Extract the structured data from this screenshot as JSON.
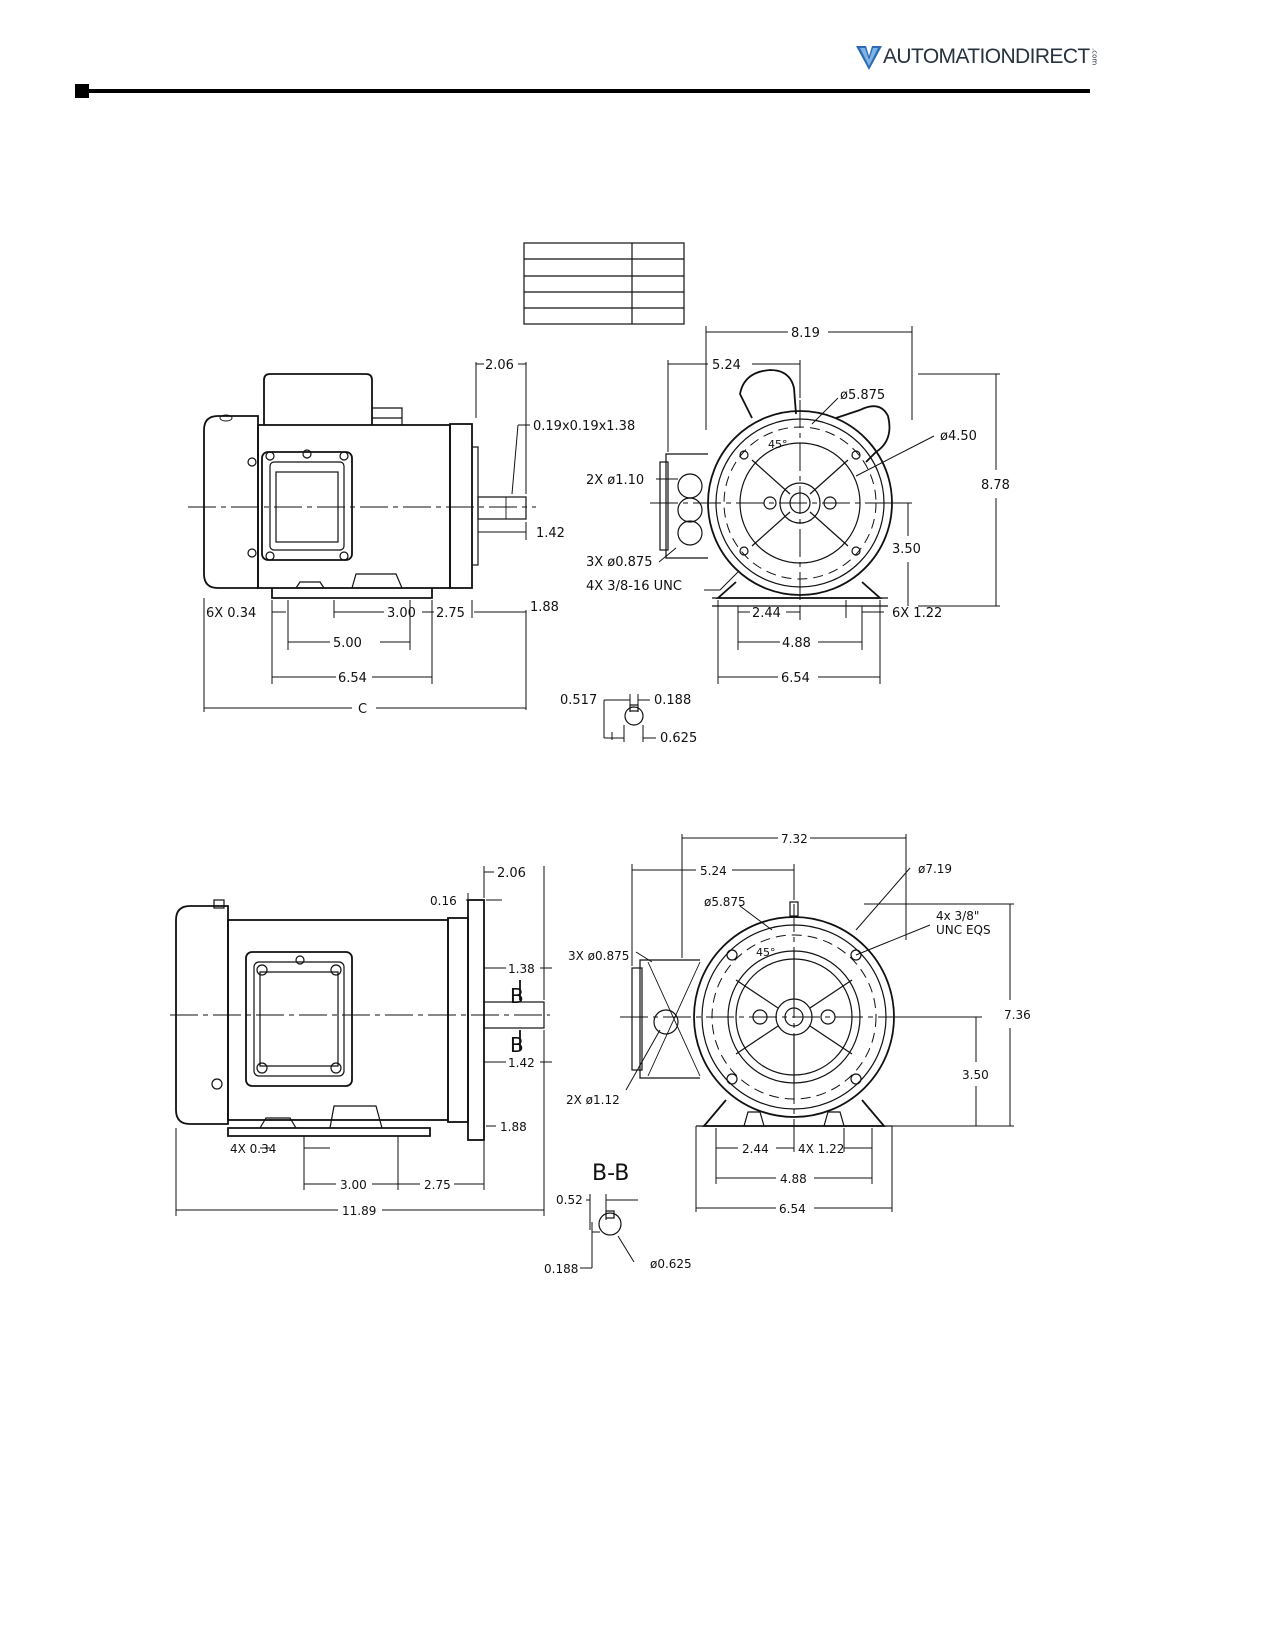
{
  "header": {
    "brand": "AUTOMATIONDIRECT",
    "brand_suffix": ".com"
  },
  "drawing1": {
    "side_view": {
      "dim_shaft_ext": "2.06",
      "dim_key": "0.19x0.19x1.38",
      "dim_shaft_len": "1.42",
      "dim_center_height_end": "1.88",
      "dim_feet_holes": "6X 0.34",
      "dim_hole_spacing": "3.00",
      "dim_foot_to_face": "2.75",
      "dim_foot_span": "5.00",
      "dim_base_length": "6.54",
      "dim_overall": "C"
    },
    "end_view": {
      "dim_overall_width": "8.19",
      "dim_center_offset": "5.24",
      "dim_pilot": "ø5.875",
      "dim_flange": "ø4.50",
      "dim_height": "8.78",
      "dim_conduit": "2X ø1.10",
      "dim_angle": "45°",
      "dim_shaft_height": "3.50",
      "dim_holes_3x": "3X ø0.875",
      "dim_tap": "4X 3/8-16 UNC",
      "dim_half_base": "2.44",
      "dim_foot_slots": "6X 1.22",
      "dim_base_holes": "4.88",
      "dim_base_width": "6.54"
    },
    "shaft_detail": {
      "dim_key_depth": "0.517",
      "dim_key_width": "0.188",
      "dim_shaft_dia": "0.625"
    }
  },
  "drawing2": {
    "side_view": {
      "dim_shaft_ext": "2.06",
      "dim_flange_thk": "0.16",
      "dim_upper": "1.38",
      "dim_lower": "1.42",
      "section_mark_top": "B",
      "section_mark_bottom": "B",
      "dim_center_height_end": "1.88",
      "dim_feet_holes": "4X 0.34",
      "dim_hole_spacing": "3.00",
      "dim_foot_to_face": "2.75",
      "dim_overall": "11.89"
    },
    "end_view": {
      "dim_overall_width": "7.32",
      "dim_center_offset": "5.24",
      "dim_flange": "ø7.19",
      "dim_pilot": "ø5.875",
      "dim_tap_line1": "4x 3/8\"",
      "dim_tap_line2": "UNC EQS",
      "dim_angle": "45°",
      "dim_holes_3x": "3X ø0.875",
      "dim_height": "7.36",
      "dim_shaft_height": "3.50",
      "dim_conduit": "2X ø1.12",
      "dim_half_base": "2.44",
      "dim_foot_slots": "4X 1.22",
      "dim_base_holes": "4.88",
      "dim_base_width": "6.54"
    },
    "section": {
      "title": "B-B",
      "dim_key_depth": "0.52",
      "dim_key_width": "0.188",
      "dim_shaft_dia": "ø0.625"
    }
  }
}
